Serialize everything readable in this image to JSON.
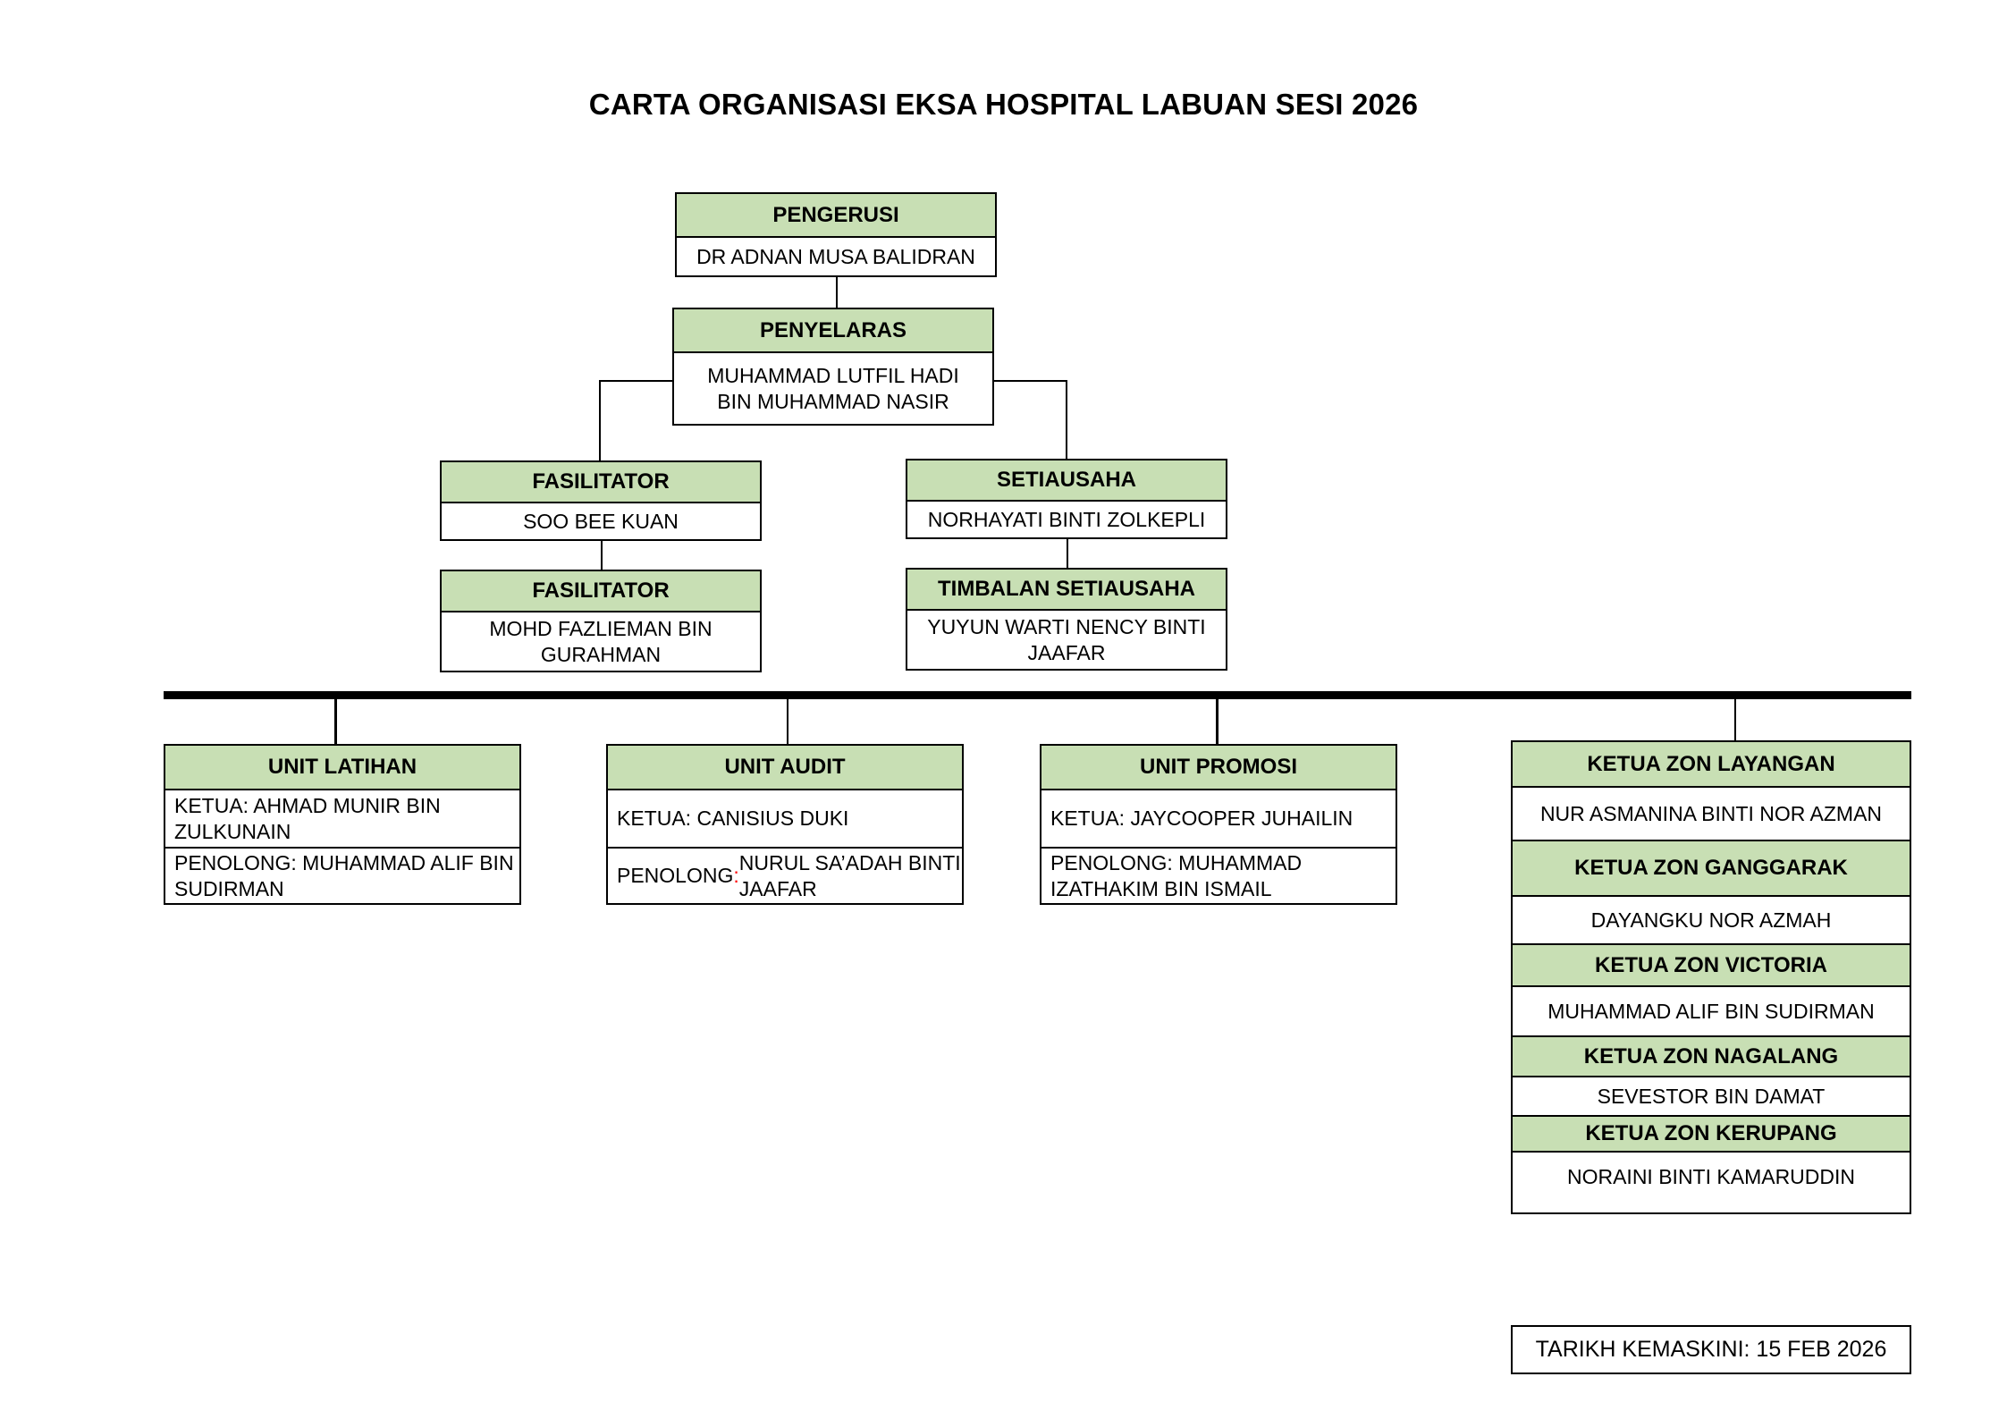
{
  "title": "CARTA ORGANISASI EKSA HOSPITAL LABUAN SESI 2026",
  "nodes": {
    "pengerusi": {
      "role": "PENGERUSI",
      "name": "DR ADNAN MUSA BALIDRAN"
    },
    "penyelaras": {
      "role": "PENYELARAS",
      "name": "MUHAMMAD LUTFIL HADI\nBIN MUHAMMAD NASIR"
    },
    "fasilitator1": {
      "role": "FASILITATOR",
      "name": "SOO BEE KUAN"
    },
    "fasilitator2": {
      "role": "FASILITATOR",
      "name": "MOHD FAZLIEMAN BIN\nGURAHMAN"
    },
    "setiausaha": {
      "role": "SETIAUSAHA",
      "name": "NORHAYATI BINTI ZOLKEPLI"
    },
    "timbalan": {
      "role": "TIMBALAN SETIAUSAHA",
      "name": "YUYUN WARTI NENCY BINTI\nJAAFAR"
    }
  },
  "units": [
    {
      "title": "UNIT LATIHAN",
      "ketua_label": "KETUA:",
      "ketua": "KETUA: AHMAD MUNIR BIN ZULKUNAIN",
      "penolong": "PENOLONG: MUHAMMAD ALIF BIN SUDIRMAN"
    },
    {
      "title": "UNIT AUDIT",
      "ketua_label": "KETUA:",
      "ketua": "KETUA: CANISIUS DUKI",
      "penolong_prefix": "PENOLONG",
      "penolong_colon": ":",
      "penolong_rest": " NURUL SA’ADAH BINTI JAAFAR"
    },
    {
      "title": "UNIT PROMOSI",
      "ketua_label": "KETUA:",
      "ketua": "KETUA: JAYCOOPER JUHAILIN",
      "penolong": "PENOLONG: MUHAMMAD IZATHAKIM BIN ISMAIL"
    }
  ],
  "zones": [
    {
      "head": "KETUA  ZON LAYANGAN",
      "name": "NUR ASMANINA BINTI NOR AZMAN"
    },
    {
      "head": "KETUA ZON GANGGARAK",
      "name": "DAYANGKU NOR AZMAH"
    },
    {
      "head": "KETUA ZON VICTORIA",
      "name": "MUHAMMAD ALIF BIN SUDIRMAN"
    },
    {
      "head": "KETUA ZON NAGALANG",
      "name": "SEVESTOR BIN DAMAT"
    },
    {
      "head": "KETUA ZON KERUPANG",
      "name": "NORAINI BINTI KAMARUDDIN"
    }
  ],
  "footer": "TARIKH KEMASKINI: 15 FEB 2026",
  "colors": {
    "header_green": "#C8DFB4",
    "line_black": "#000000",
    "accent_red": "#FF0000"
  }
}
